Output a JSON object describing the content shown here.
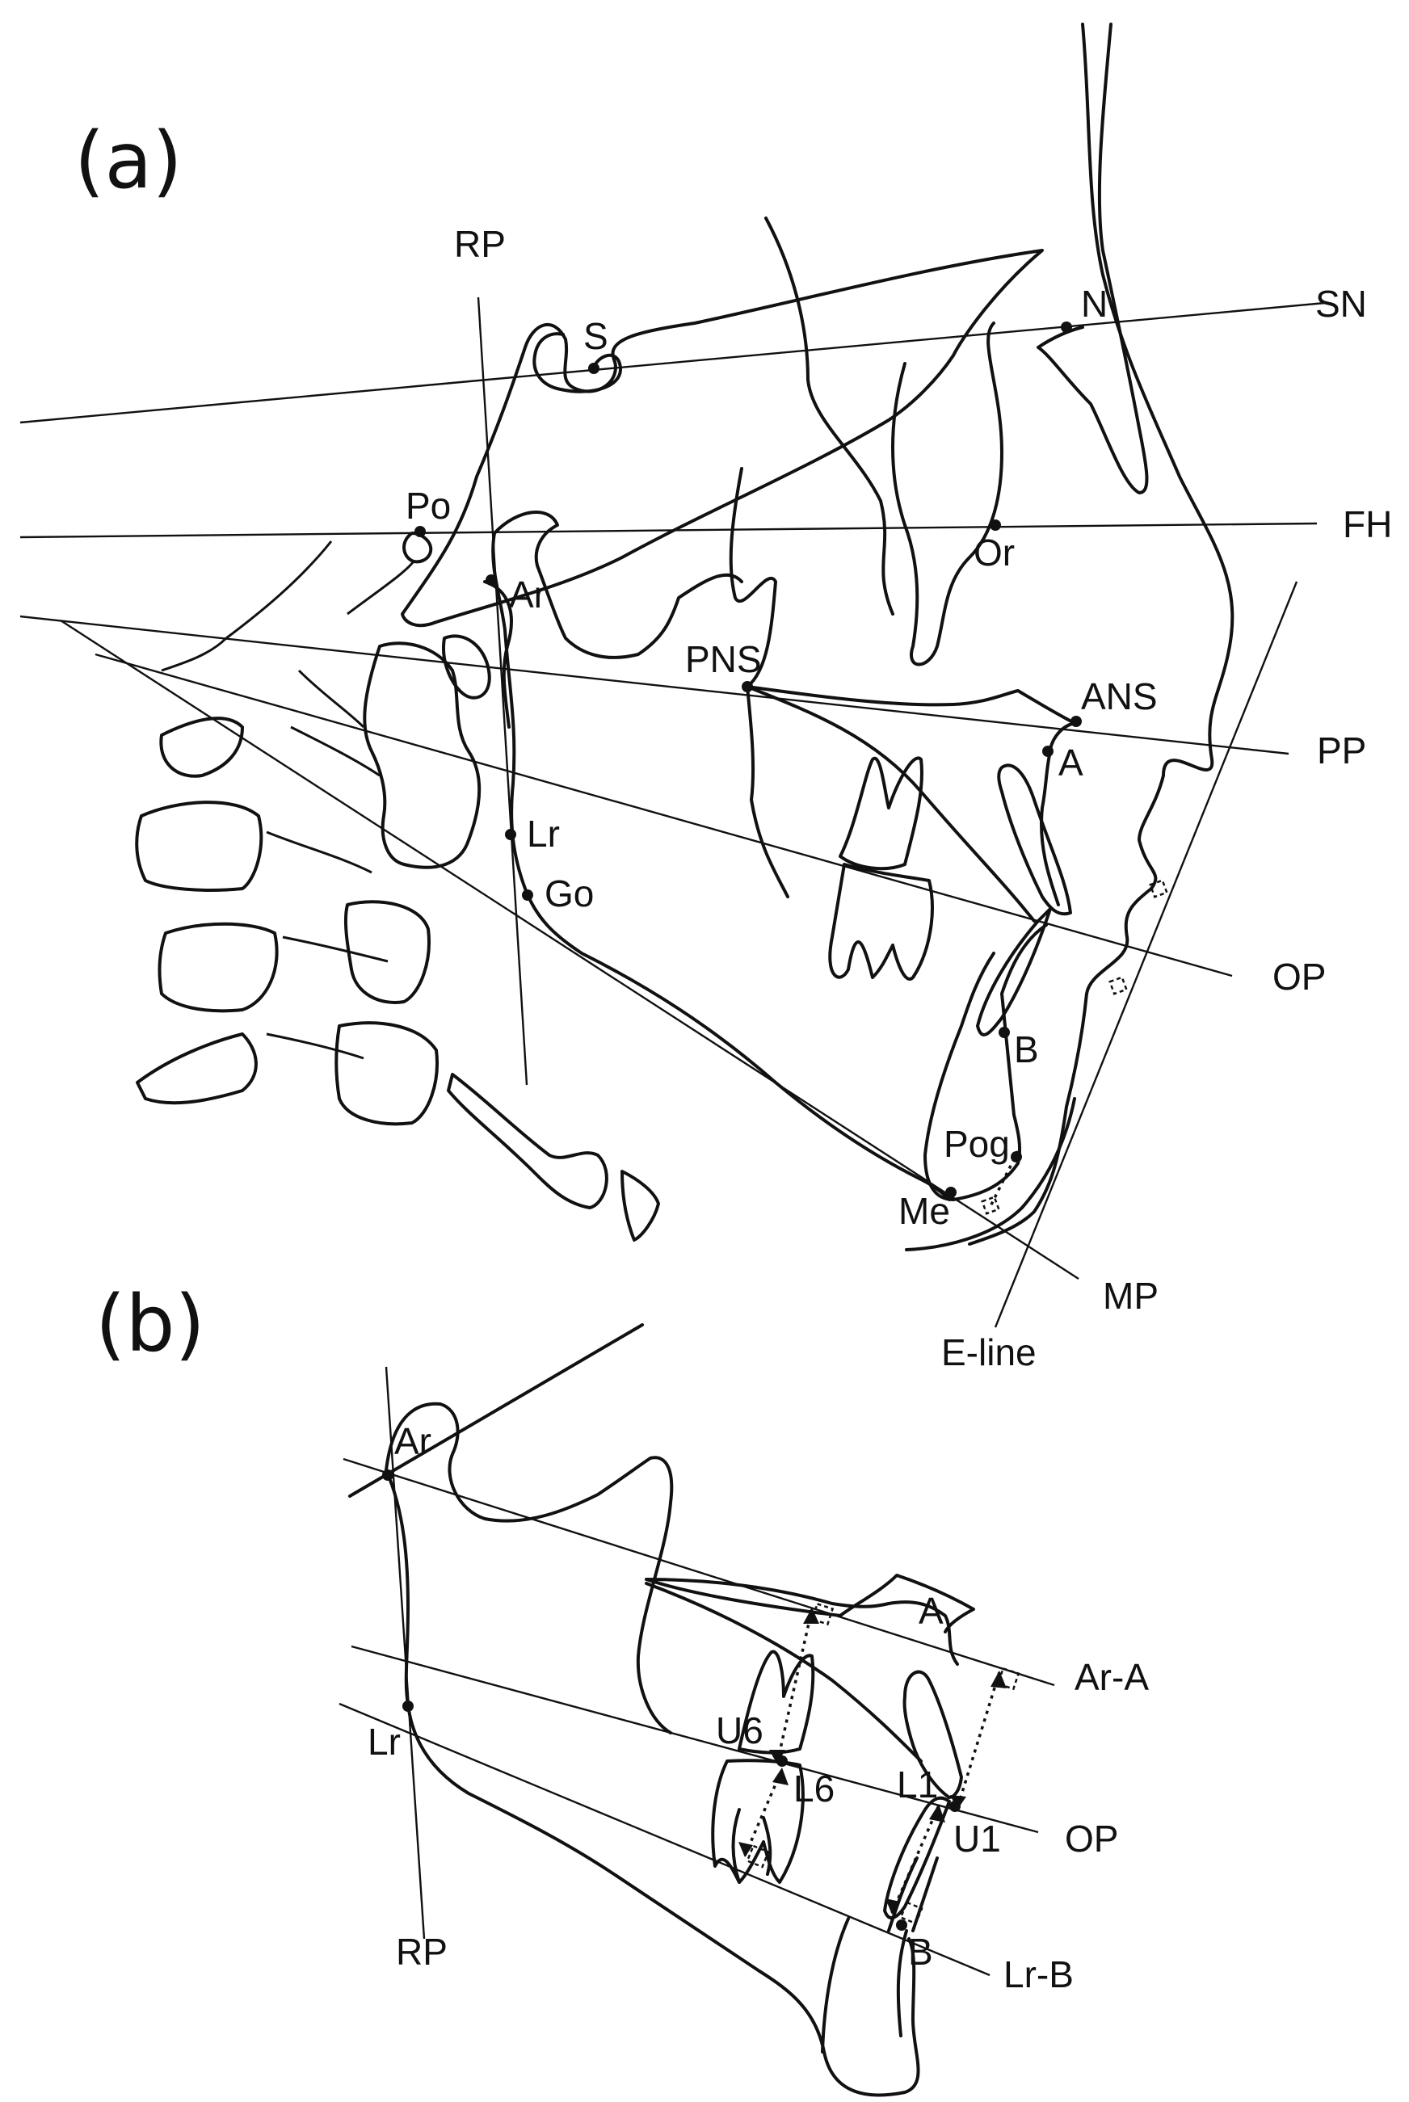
{
  "panels": {
    "a": {
      "panel_label": "(a)",
      "landmarks": {
        "S": "S",
        "N": "N",
        "Po": "Po",
        "Or": "Or",
        "Ar": "Ar",
        "PNS": "PNS",
        "ANS": "ANS",
        "A": "A",
        "Lr": "Lr",
        "Go": "Go",
        "B": "B",
        "Pog": "Pog",
        "Me": "Me"
      },
      "reference_lines": {
        "RP": "RP",
        "SN": "SN",
        "FH": "FH",
        "PP": "PP",
        "OP": "OP",
        "MP": "MP",
        "E_line": "E-line"
      }
    },
    "b": {
      "panel_label": "(b)",
      "landmarks": {
        "Ar": "Ar",
        "A": "A",
        "U6": "U6",
        "L6": "L6",
        "L1": "L1",
        "U1": "U1",
        "Lr": "Lr",
        "B": "B"
      },
      "reference_lines": {
        "Ar_A": "Ar-A",
        "OP": "OP",
        "RP": "RP",
        "Lr_B": "Lr-B"
      }
    }
  }
}
